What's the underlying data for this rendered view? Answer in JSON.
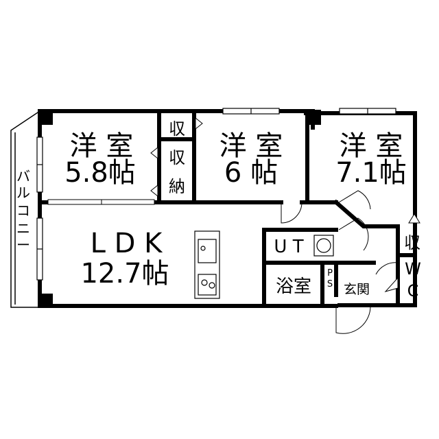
{
  "plan": {
    "rooms": {
      "western_room_1": {
        "name": "洋 室",
        "size": "5.8帖"
      },
      "western_room_2": {
        "name": "洋 室",
        "size": "6 帖"
      },
      "western_room_3": {
        "name": "洋 室",
        "size": "7.1帖"
      },
      "ldk": {
        "name": "L D K",
        "size": "12.7帖"
      }
    },
    "storage": {
      "closet_top": "収",
      "closet_mid_1": "収",
      "closet_mid_2": "納",
      "closet_right": "収"
    },
    "utility": {
      "ut": "U T",
      "bath": "浴室",
      "ps_1": "P",
      "ps_2": "S",
      "entrance": "玄関",
      "wc_1": "W",
      "wc_2": "C"
    },
    "balcony": [
      "バ",
      "ル",
      "コ",
      "ニ",
      "ー"
    ]
  }
}
